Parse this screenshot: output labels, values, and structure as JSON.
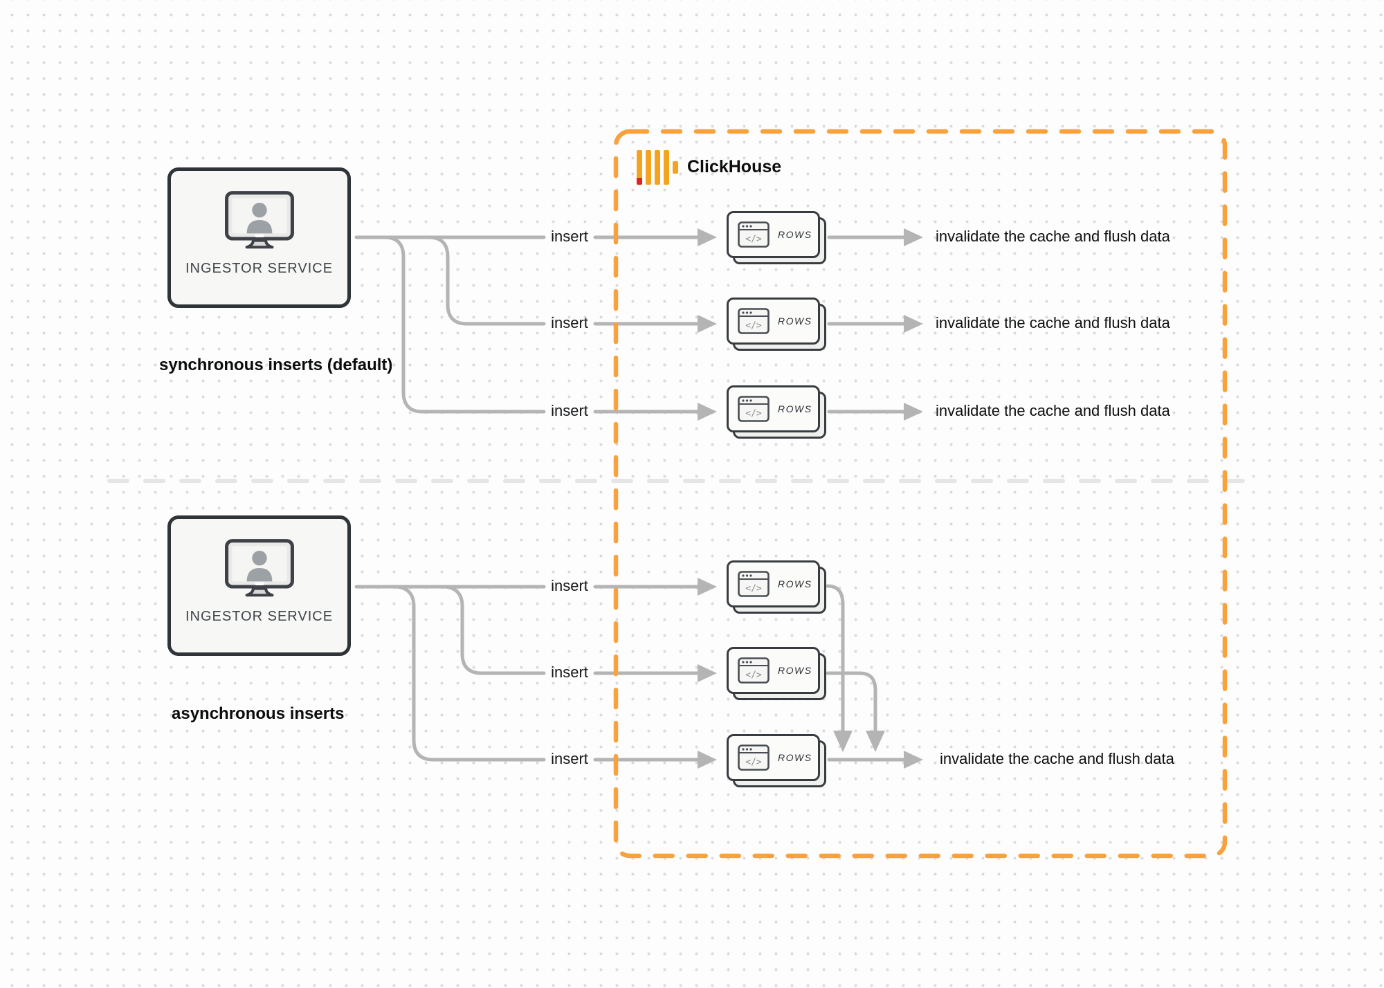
{
  "diagram": {
    "clickhouse": {
      "label": "ClickHouse"
    },
    "sync": {
      "caption": "synchronous inserts (default)",
      "ingestor_label": "INGESTOR SERVICE",
      "insert_label": "insert",
      "rows_label": "ROWS",
      "invalidate_label": "invalidate the cache and flush data"
    },
    "async": {
      "caption": "asynchronous inserts",
      "ingestor_label": "INGESTOR SERVICE",
      "insert_label": "insert",
      "rows_label": "ROWS",
      "invalidate_label": "invalidate the cache and flush data"
    },
    "glyphs": {
      "code": "</>"
    },
    "colors": {
      "accent_orange": "#F9A13C",
      "logo_amber": "#F5A31F",
      "logo_red": "#E3231B",
      "connector_gray": "#B4B4B4",
      "box_border_dark": "#2F3438",
      "divider_gray": "#E5E5E5"
    }
  }
}
